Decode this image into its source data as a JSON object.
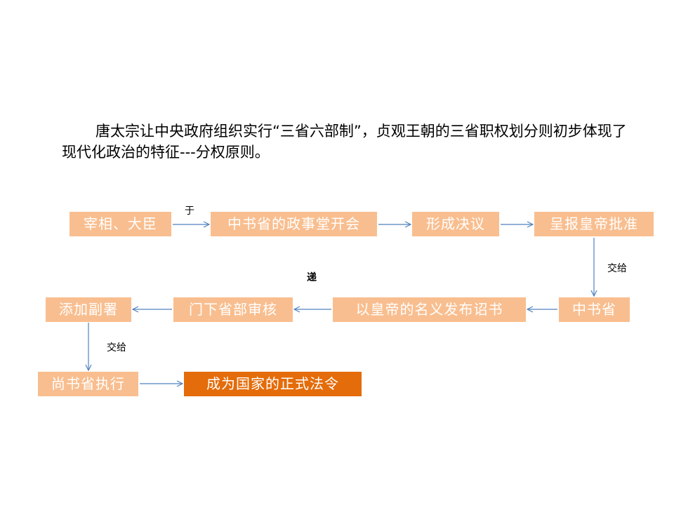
{
  "intro_text": "唐太宗让中央政府组织实行“三省六部制”，贞观王朝的三省职权划分则初步体现了现代化政治的特征---分权原则。",
  "flow": {
    "nodes": [
      "宰相、大臣",
      "中书省的政事堂开会",
      "形成决议",
      "呈报皇帝批准",
      "中书省",
      "以皇帝的名义发布诏书",
      "门下省部审核",
      "添加副署",
      "尚书省执行",
      "成为国家的正式法令"
    ],
    "edge_labels": {
      "yu": "于",
      "jiaogei_1": "交给",
      "di": "递",
      "jiaogei_2": "交给"
    }
  },
  "colors": {
    "node": "#F9BE8F",
    "final_node": "#E46C0A",
    "arrow": "#4F81BD"
  }
}
